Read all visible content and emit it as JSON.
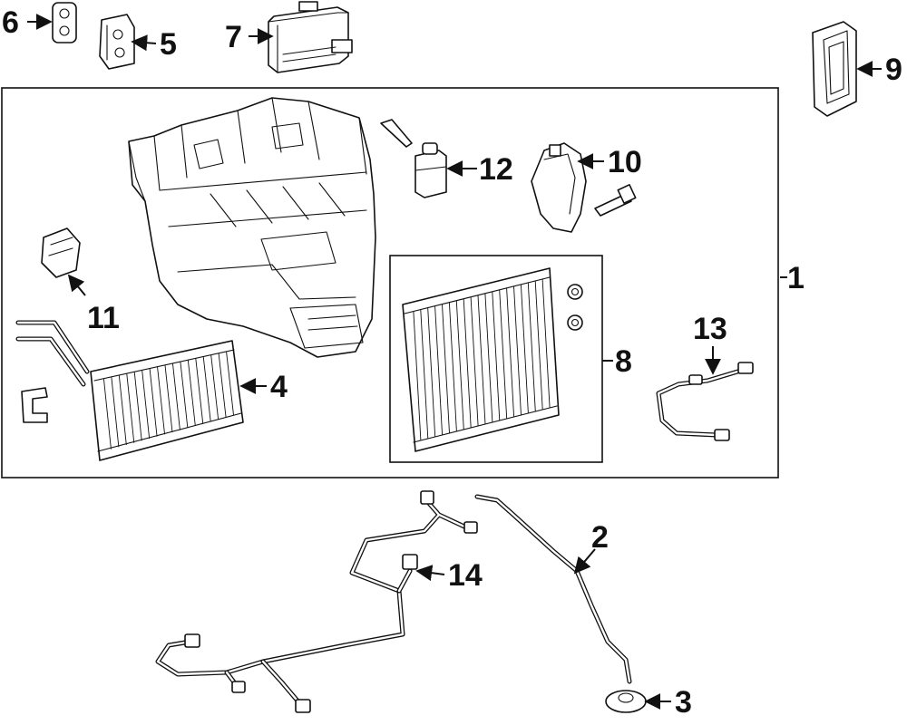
{
  "callouts": {
    "c1": "1",
    "c2": "2",
    "c3": "3",
    "c4": "4",
    "c5": "5",
    "c6": "6",
    "c7": "7",
    "c8": "8",
    "c9": "9",
    "c10": "10",
    "c11": "11",
    "c12": "12",
    "c13": "13",
    "c14": "14"
  },
  "colors": {
    "line": "#111111",
    "background": "#ffffff"
  }
}
